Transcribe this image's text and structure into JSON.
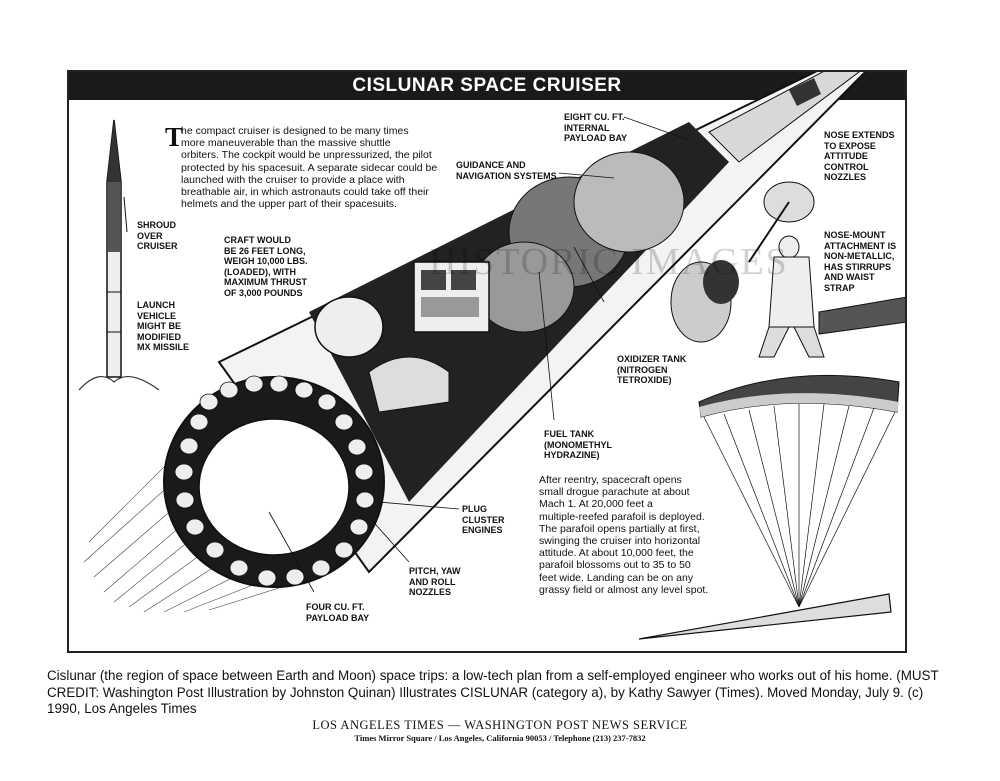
{
  "title": "CISLUNAR SPACE CRUISER",
  "watermark": "HISTORIC IMAGES",
  "intro": {
    "dropcap": "T",
    "text": "he compact cruiser is designed to be many times\nmore maneuverable than the massive shuttle\norbiters. The cockpit would be unpressurized, the pilot\nprotected by his spacesuit. A separate sidecar could be\nlaunched with the cruiser to provide a place with\nbreathable air, in which astronauts could take off their\nhelmets and the upper part of their spacesuits."
  },
  "labels": {
    "shroud": "SHROUD\nOVER\nCRUISER",
    "launch": "LAUNCH\nVEHICLE\nMIGHT BE\nMODIFIED\nMX MISSILE",
    "craft": "CRAFT WOULD\nBE 26 FEET LONG,\nWEIGH 10,000 LBS.\n(LOADED), WITH\nMAXIMUM THRUST\nOF 3,000 POUNDS",
    "payload_internal": "EIGHT CU. FT.\nINTERNAL\nPAYLOAD BAY",
    "guidance": "GUIDANCE AND\nNAVIGATION SYSTEMS",
    "nose_extends": "NOSE EXTENDS\nTO EXPOSE\nATTITUDE\nCONTROL\nNOZZLES",
    "nose_mount": "NOSE-MOUNT\nATTACHMENT IS\nNON-METALLIC,\nHAS STIRRUPS\nAND WAIST\nSTRAP",
    "oxidizer": "OXIDIZER TANK\n(NITROGEN\nTETROXIDE)",
    "fuel": "FUEL TANK\n(MONOMETHYL\nHYDRAZINE)",
    "plug": "PLUG\nCLUSTER\nENGINES",
    "pitch": "PITCH, YAW\nAND ROLL\nNOZZLES",
    "four_cu": "FOUR CU. FT.\nPAYLOAD BAY"
  },
  "reentry_text": "After reentry, spacecraft opens\nsmall drogue parachute at about\nMach 1. At 20,000 feet a\nmultiple-reefed parafoil is deployed.\nThe parafoil opens partially at first,\nswinging the cruiser into horizontal\nattitude. At about 10,000 feet, the\nparafoil blossoms out to 35 to 50\nfeet wide. Landing can be on any\ngrassy field or almost any level spot.",
  "caption": "Cislunar (the region of space between Earth and Moon) space trips: a low-tech plan from a self-employed engineer who works out of his home. (MUST CREDIT: Washington Post Illustration by Johnston Quinan) Illustrates CISLUNAR (category a), by Kathy Sawyer (Times). Moved Monday, July 9. (c) 1990, Los Angeles Times",
  "footer_line1": "LOS ANGELES TIMES — WASHINGTON POST NEWS SERVICE",
  "footer_line2": "Times Mirror Square / Los Angeles, California 90053 / Telephone (213) 237-7832"
}
